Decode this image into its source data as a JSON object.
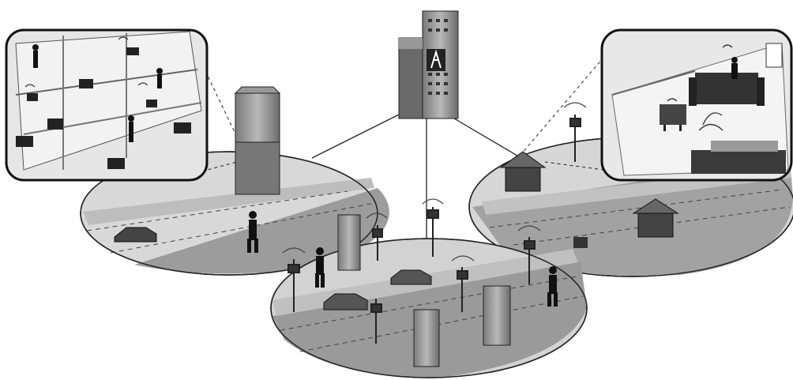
{
  "diagram": {
    "kind": "wireless-network-coverage-illustration",
    "colors": {
      "background": "#ffffff",
      "cell_light": "#d4d4d4",
      "cell_dark": "#9a9a9a",
      "road": "#c4c4c4",
      "lines": "#222222",
      "structure_dark": "#555555",
      "structure_mid": "#8a8a8a",
      "inset_fill": "#e6e6e6"
    },
    "central_node": {
      "name": "central-building"
    },
    "cells": [
      {
        "name": "cell-left-street"
      },
      {
        "name": "cell-center-street"
      },
      {
        "name": "cell-right-residential"
      }
    ],
    "insets": [
      {
        "name": "inset-office-floor"
      },
      {
        "name": "inset-home-room"
      }
    ],
    "icons": [
      "tower-icon",
      "person-icon",
      "car-icon",
      "kiosk-icon",
      "house-icon",
      "building-icon",
      "sofa-icon",
      "bed-icon",
      "signal-icon"
    ]
  }
}
